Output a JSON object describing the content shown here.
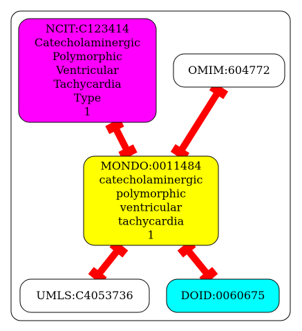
{
  "graph": {
    "nodes": [
      {
        "id": "ncit",
        "label_lines": [
          "NCIT:C123414",
          "Catecholaminergic",
          "Polymorphic",
          "Ventricular",
          "Tachycardia",
          "Type",
          "1"
        ],
        "fill": "#ff00ff"
      },
      {
        "id": "omim",
        "label_lines": [
          "OMIM:604772"
        ],
        "fill": "#ffffff"
      },
      {
        "id": "mondo",
        "label_lines": [
          "MONDO:0011484",
          "catecholaminergic",
          "polymorphic",
          "ventricular",
          "tachycardia",
          "1"
        ],
        "fill": "#ffff00"
      },
      {
        "id": "umls",
        "label_lines": [
          "UMLS:C4053736"
        ],
        "fill": "#ffffff"
      },
      {
        "id": "doid",
        "label_lines": [
          "DOID:0060675"
        ],
        "fill": "#00ffff"
      }
    ],
    "edges": [
      {
        "from": "ncit",
        "to": "mondo",
        "color": "#ff0000"
      },
      {
        "from": "mondo",
        "to": "omim",
        "color": "#ff0000"
      },
      {
        "from": "mondo",
        "to": "umls",
        "color": "#ff0000"
      },
      {
        "from": "mondo",
        "to": "doid",
        "color": "#ff0000"
      }
    ]
  }
}
